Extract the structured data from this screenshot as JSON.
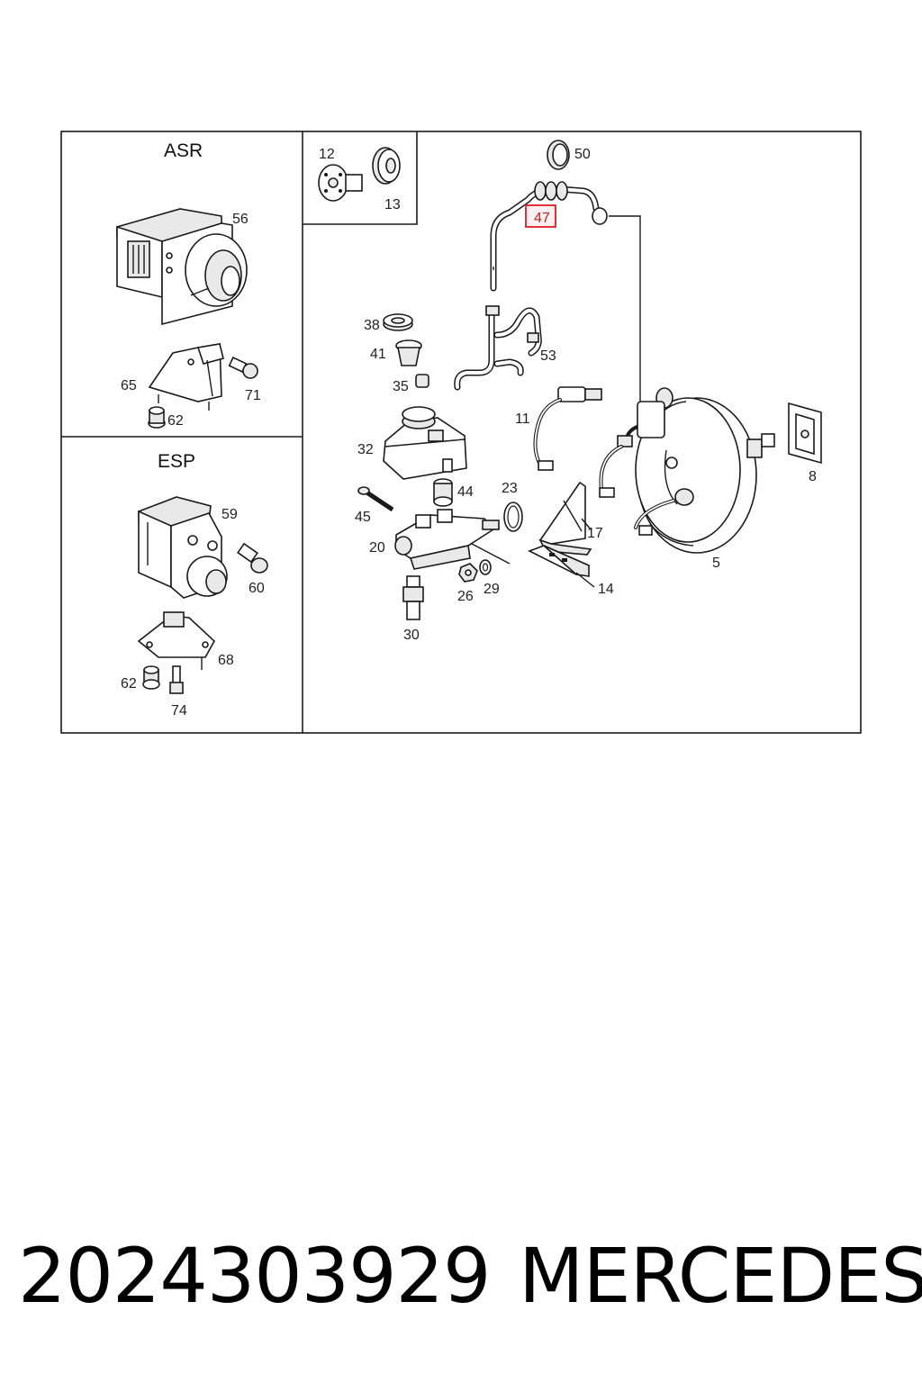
{
  "panels": {
    "asr": {
      "title": "ASR",
      "callouts": [
        "56",
        "65",
        "71",
        "62"
      ]
    },
    "esp": {
      "title": "ESP",
      "callouts": [
        "59",
        "60",
        "62",
        "68",
        "74"
      ]
    },
    "inset": {
      "callouts": [
        "12",
        "13"
      ]
    }
  },
  "callouts": {
    "c50": "50",
    "c47": "47",
    "c38": "38",
    "c41": "41",
    "c35": "35",
    "c53": "53",
    "c11": "11",
    "c32": "32",
    "c44": "44",
    "c23": "23",
    "c45": "45",
    "c20": "20",
    "c17": "17",
    "c26": "26",
    "c29": "29",
    "c14": "14",
    "c30": "30",
    "c5": "5",
    "c8": "8"
  },
  "highlight": {
    "callout": "47",
    "color": "#e0303a"
  },
  "footer": {
    "part_number": "2024303929",
    "brand": "MERCEDES"
  }
}
